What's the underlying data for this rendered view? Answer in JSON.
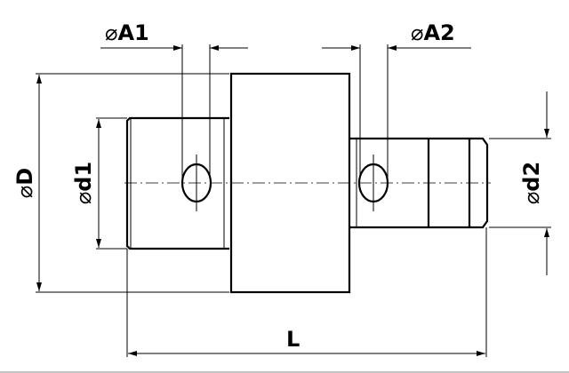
{
  "drawing": {
    "diameter_symbol": "⌀",
    "labels": {
      "A1": "A1",
      "A2": "A2",
      "D": "D",
      "d1": "d1",
      "d2": "d2",
      "L": "L"
    }
  }
}
